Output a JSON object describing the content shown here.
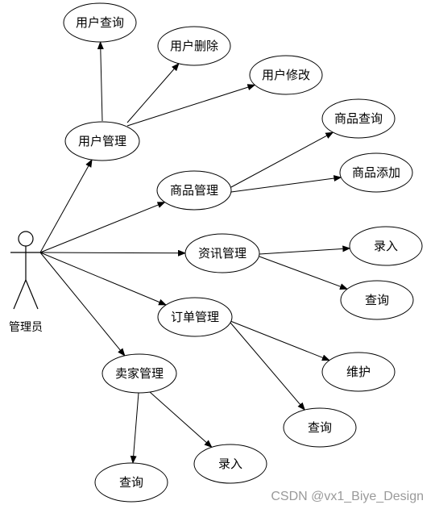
{
  "actor": {
    "label": "管理员"
  },
  "nodes": {
    "user_query": "用户查询",
    "user_delete": "用户删除",
    "user_modify": "用户修改",
    "user_mgmt": "用户管理",
    "goods_query": "商品查询",
    "goods_add": "商品添加",
    "goods_mgmt": "商品管理",
    "info_mgmt": "资讯管理",
    "info_entry": "录入",
    "info_query": "查询",
    "order_mgmt": "订单管理",
    "order_maintain": "维护",
    "order_query": "查询",
    "seller_mgmt": "卖家管理",
    "seller_query": "查询",
    "seller_entry": "录入"
  },
  "edges": [
    [
      "actor",
      "user_mgmt"
    ],
    [
      "actor",
      "goods_mgmt"
    ],
    [
      "actor",
      "info_mgmt"
    ],
    [
      "actor",
      "order_mgmt"
    ],
    [
      "actor",
      "seller_mgmt"
    ],
    [
      "user_mgmt",
      "user_query"
    ],
    [
      "user_mgmt",
      "user_delete"
    ],
    [
      "user_mgmt",
      "user_modify"
    ],
    [
      "goods_mgmt",
      "goods_query"
    ],
    [
      "goods_mgmt",
      "goods_add"
    ],
    [
      "info_mgmt",
      "info_entry"
    ],
    [
      "info_mgmt",
      "info_query"
    ],
    [
      "order_mgmt",
      "order_maintain"
    ],
    [
      "order_mgmt",
      "order_query"
    ],
    [
      "seller_mgmt",
      "seller_query"
    ],
    [
      "seller_mgmt",
      "seller_entry"
    ]
  ],
  "watermark": "CSDN @vx1_Biye_Design"
}
